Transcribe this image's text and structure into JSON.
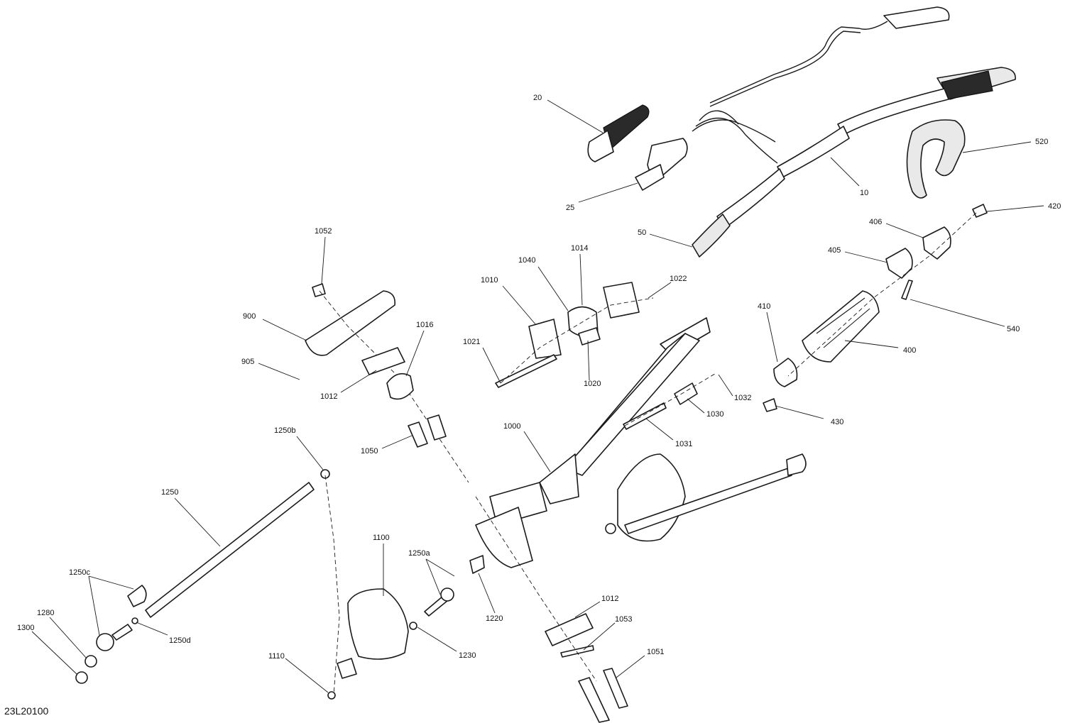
{
  "diagram_code": "23L20100",
  "callouts": [
    {
      "id": "c20",
      "label": "20"
    },
    {
      "id": "c25",
      "label": "25"
    },
    {
      "id": "c10",
      "label": "10"
    },
    {
      "id": "c50",
      "label": "50"
    },
    {
      "id": "c520",
      "label": "520"
    },
    {
      "id": "c420",
      "label": "420"
    },
    {
      "id": "c406",
      "label": "406"
    },
    {
      "id": "c405",
      "label": "405"
    },
    {
      "id": "c540",
      "label": "540"
    },
    {
      "id": "c410",
      "label": "410"
    },
    {
      "id": "c400",
      "label": "400"
    },
    {
      "id": "c430",
      "label": "430"
    },
    {
      "id": "c1052",
      "label": "1052"
    },
    {
      "id": "c900",
      "label": "900"
    },
    {
      "id": "c905",
      "label": "905"
    },
    {
      "id": "c1012a",
      "label": "1012"
    },
    {
      "id": "c1016",
      "label": "1016"
    },
    {
      "id": "c1010",
      "label": "1010"
    },
    {
      "id": "c1040",
      "label": "1040"
    },
    {
      "id": "c1014",
      "label": "1014"
    },
    {
      "id": "c1022",
      "label": "1022"
    },
    {
      "id": "c1021",
      "label": "1021"
    },
    {
      "id": "c1020",
      "label": "1020"
    },
    {
      "id": "c1032",
      "label": "1032"
    },
    {
      "id": "c1030",
      "label": "1030"
    },
    {
      "id": "c1031",
      "label": "1031"
    },
    {
      "id": "c1000",
      "label": "1000"
    },
    {
      "id": "c1050",
      "label": "1050"
    },
    {
      "id": "c1250b",
      "label": "1250b"
    },
    {
      "id": "c1250",
      "label": "1250"
    },
    {
      "id": "c1100",
      "label": "1100"
    },
    {
      "id": "c1250a",
      "label": "1250a"
    },
    {
      "id": "c1250c",
      "label": "1250c"
    },
    {
      "id": "c1220",
      "label": "1220"
    },
    {
      "id": "c1280",
      "label": "1280"
    },
    {
      "id": "c1250d",
      "label": "1250d"
    },
    {
      "id": "c1300",
      "label": "1300"
    },
    {
      "id": "c1230",
      "label": "1230"
    },
    {
      "id": "c1012b",
      "label": "1012"
    },
    {
      "id": "c1053",
      "label": "1053"
    },
    {
      "id": "c1110",
      "label": "1110"
    },
    {
      "id": "c1051",
      "label": "1051"
    }
  ]
}
